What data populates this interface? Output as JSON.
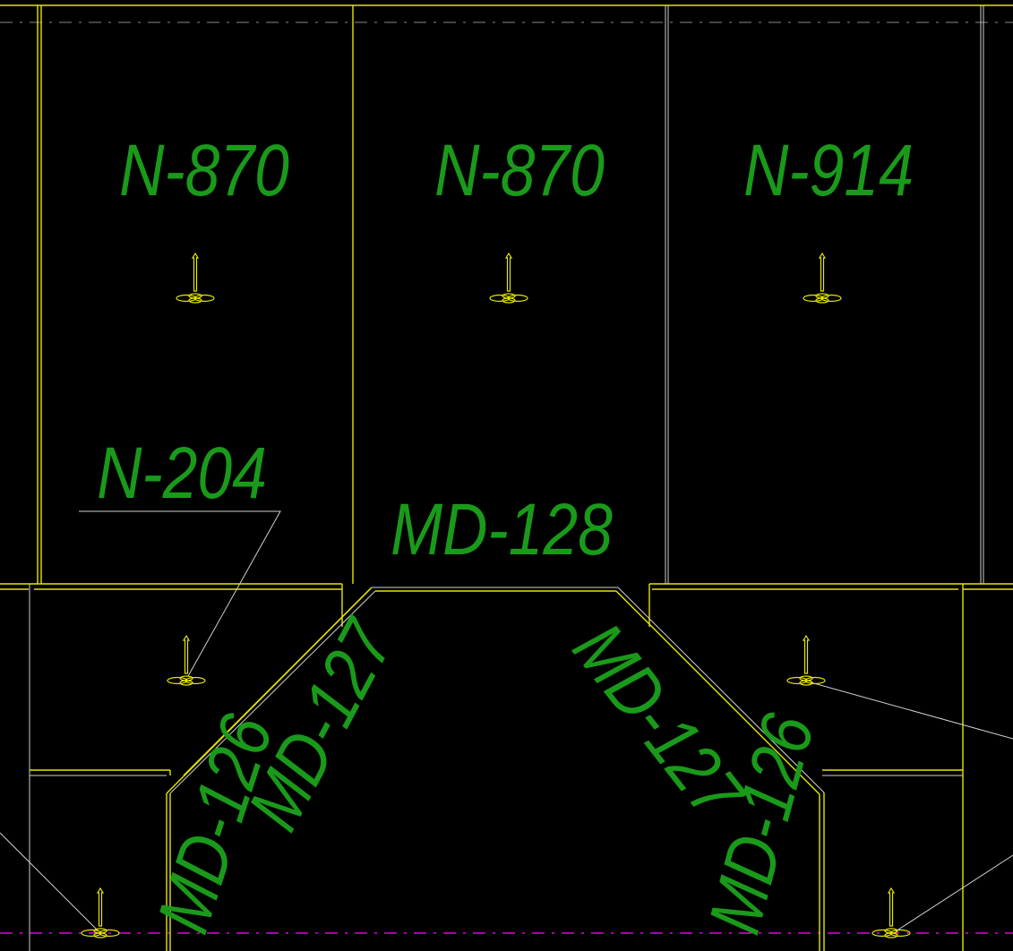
{
  "colors": {
    "background": "#000000",
    "label": "#1a9a1a",
    "wall": "#e6e600",
    "leader": "#d0d0d0",
    "centerline": "#e000e0"
  },
  "labels": {
    "room_left_top": "N-870",
    "room_mid_top": "N-870",
    "room_right_top": "N-914",
    "callout_left": "N-204",
    "corridor_top": "MD-128",
    "diag_left": "MD-127",
    "diag_right": "MD-127",
    "bottom_left": "MD-126",
    "bottom_right": "MD-126"
  }
}
